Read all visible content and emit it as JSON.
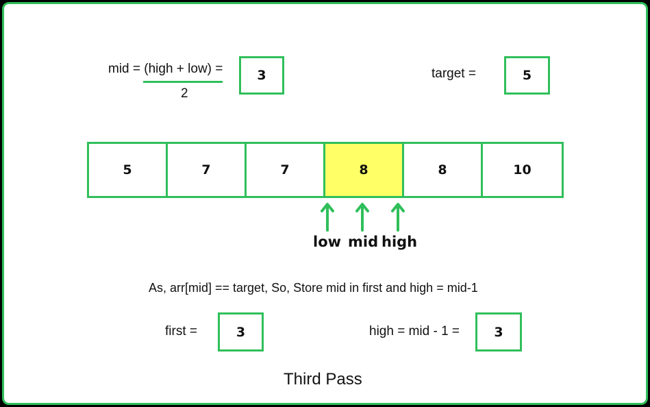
{
  "formula": {
    "numerator": "mid = (high + low) =",
    "denominator": "2",
    "mid_value": "3"
  },
  "target": {
    "label": "target =",
    "value": "5"
  },
  "array": {
    "cells": [
      "5",
      "7",
      "7",
      "8",
      "8",
      "10"
    ],
    "highlight_index": 3
  },
  "pointers": {
    "labels": [
      "low",
      "mid",
      "high"
    ]
  },
  "explanation": "As, arr[mid] == target, So, Store mid in first and high = mid-1",
  "first": {
    "label": "first =",
    "value": "3"
  },
  "high_update": {
    "label": "high = mid - 1 =",
    "value": "3"
  },
  "caption": "Third Pass",
  "colors": {
    "accent": "#2fbf5a",
    "highlight": "#ffff66",
    "background": "#ffffff",
    "outer": "#000000"
  }
}
